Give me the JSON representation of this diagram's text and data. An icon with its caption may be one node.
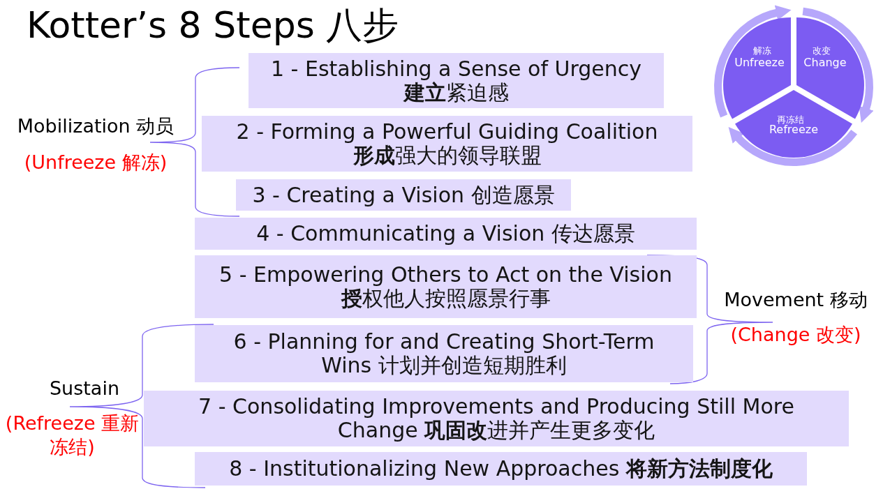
{
  "diagram": {
    "title": "Kotter’s 8 Steps 八步",
    "nodes": [
      {
        "text": [
          "1 - Establishing a Sense of Urgency **建立**紧迫感"
        ]
      },
      {
        "text": [
          "2 - Forming a Powerful Guiding Coalition **形成**强大的领导联盟"
        ]
      },
      {
        "text": [
          "3 - Creating a Vision 创造愿景"
        ]
      },
      {
        "text": [
          "4 - Communicating a Vision 传达愿景"
        ]
      },
      {
        "text": [
          "5 - Empowering Others to Act on the Vision **授**权他人按照愿景行事"
        ]
      },
      {
        "text": [
          "6 - Planning for and Creating Short-Term Wins 计划并创造短期胜利"
        ]
      },
      {
        "text": [
          "7 - Consolidating Improvements and Producing Still More Change **巩固改**进并产生更多变化"
        ]
      },
      {
        "text": [
          "8 - Institutionalizing New Approaches **将新方法制度化**"
        ]
      },
      {
        "text": [
          "解冻",
          "Unfreeze"
        ]
      },
      {
        "text": [
          "改变",
          "Change"
        ]
      },
      {
        "text": [
          "再冻结",
          "Refreeze"
        ]
      }
    ],
    "edges": [
      {
        "from": 8,
        "to": 9,
        "arrow": "to"
      },
      {
        "from": 9,
        "to": 10,
        "arrow": "to"
      },
      {
        "from": 10,
        "to": 8,
        "arrow": "to"
      }
    ],
    "labels": [
      "Mobilization 动员",
      "(Unfreeze 解冻)",
      "Movement 移动",
      "(Change 改变)",
      "Sustain",
      "(Refreeze 重新冻结)"
    ]
  }
}
